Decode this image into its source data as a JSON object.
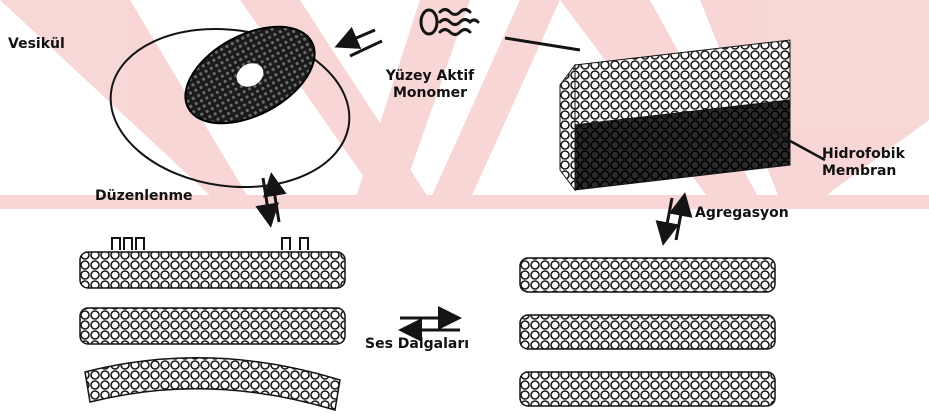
{
  "labels": {
    "vesicle": "Vesikül",
    "monomer_line1": "Yüzey Aktif",
    "monomer_line2": "Monomer",
    "membrane_line1": "Hidrofobik",
    "membrane_line2": "Membran",
    "arrangement": "Düzenlenme",
    "aggregation": "Agregasyon",
    "sound_waves": "Ses Dalgaları"
  },
  "colors": {
    "watermark": "#f6c9c9",
    "ink": "#141414",
    "background": "#ffffff"
  },
  "icons": {
    "vesicle": "bilayer-vesicle-disc",
    "monomer": "surfactant-monomer-icon",
    "membrane": "hydrophobic-membrane-block",
    "bilayer": "lipid-bilayer-strip"
  }
}
